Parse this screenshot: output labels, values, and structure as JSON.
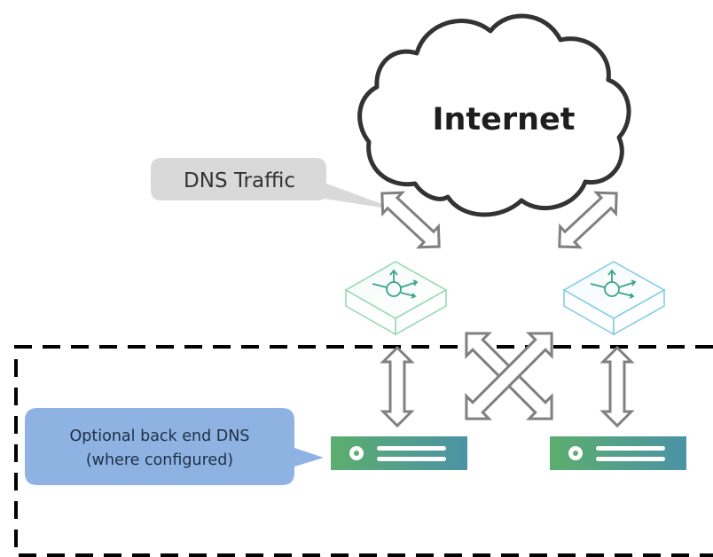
{
  "diagram": {
    "cloud_label": "Internet",
    "dns_traffic_label": "DNS Traffic",
    "backend_note_line1": "Optional back end DNS",
    "backend_note_line2": "(where configured)"
  },
  "colors": {
    "router_stroke_left": "#8fd8b0",
    "router_stroke_right": "#7ccbe6",
    "router_icon": "#3aa58a",
    "server_gradient_start": "#5bae6d",
    "server_gradient_end": "#4b93a6",
    "arrow_stroke": "#808080",
    "callout_fill": "#d9d9d9",
    "note_fill": "#8eb3e3",
    "dashed_border": "#000000"
  },
  "icons": [
    "cloud-icon",
    "router-icon",
    "server-icon",
    "bidirectional-arrow"
  ]
}
